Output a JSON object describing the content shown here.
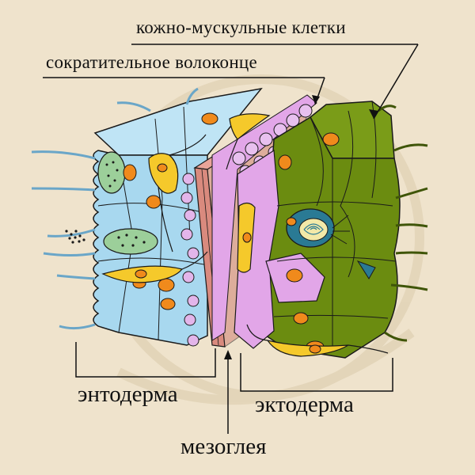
{
  "labels": {
    "skin_muscle_cells": "кожно-мускульные клетки",
    "contractile_fiber": "сократительное волоконце",
    "endoderm": "энтодерма",
    "ectoderm": "эктодерма",
    "mesoglea": "мезоглея"
  },
  "colors": {
    "background": "#efe3cc",
    "endoderm": "#a8d8ef",
    "ectoderm": "#6b8c10",
    "mesoglea": "#d98a7e",
    "muscle_fibers": "#e2a6e8",
    "nerve_cells": "#f5c92b",
    "nuclei": "#f08a1c",
    "gland_cells": "#9ccf9a",
    "stinging_cell": "#2a7a94",
    "outline": "#1a1a1a"
  }
}
